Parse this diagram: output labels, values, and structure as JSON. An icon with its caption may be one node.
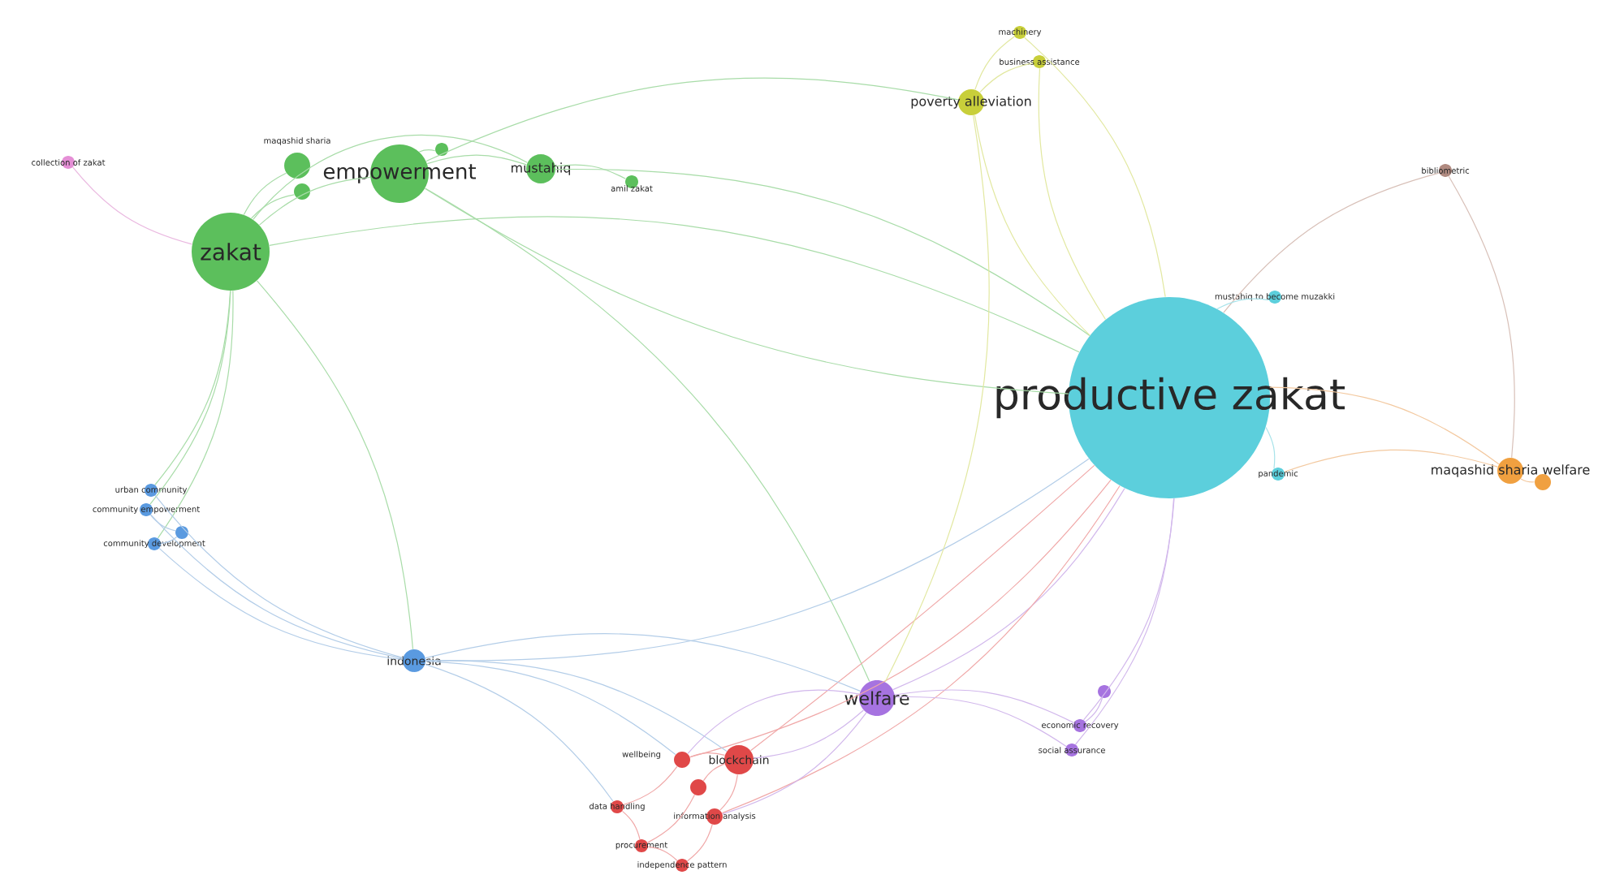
{
  "diagram": {
    "nodes": [
      {
        "text": [
          "productive zakat"
        ]
      },
      {
        "text": [
          "zakat"
        ]
      },
      {
        "text": [
          "empowerment"
        ]
      },
      {
        "text": [
          "maqashid sharia"
        ]
      },
      {
        "text": [
          "mustahiq"
        ]
      },
      {
        "text": [
          "amil zakat"
        ]
      },
      {
        "text": [
          "collection of zakat"
        ]
      },
      {
        "text": [
          "machinery"
        ]
      },
      {
        "text": [
          "business assistance"
        ]
      },
      {
        "text": [
          "poverty alleviation"
        ]
      },
      {
        "text": [
          "bibliometric"
        ]
      },
      {
        "text": [
          "mustahiq to become muzakki"
        ]
      },
      {
        "text": [
          "pandemic"
        ]
      },
      {
        "text": [
          "maqashid sharia welfare"
        ]
      },
      {
        "text": [
          "urban community"
        ]
      },
      {
        "text": [
          "community empowerment"
        ]
      },
      {
        "text": [
          "community development"
        ]
      },
      {
        "text": [
          "indonesia"
        ]
      },
      {
        "text": [
          "welfare"
        ]
      },
      {
        "text": [
          "economic recovery"
        ]
      },
      {
        "text": [
          "social assurance"
        ]
      },
      {
        "text": [
          "wellbeing"
        ]
      },
      {
        "text": [
          "blockchain"
        ]
      },
      {
        "text": [
          "data handling"
        ]
      },
      {
        "text": [
          "information analysis"
        ]
      },
      {
        "text": [
          "procurement"
        ]
      },
      {
        "text": [
          "independence pattern"
        ]
      },
      {
        "text": [],
        "shape": "circle"
      },
      {
        "text": [],
        "shape": "circle"
      },
      {
        "text": [],
        "shape": "circle"
      },
      {
        "text": [],
        "shape": "circle"
      },
      {
        "text": [],
        "shape": "circle"
      },
      {
        "text": [],
        "shape": "circle"
      }
    ],
    "edges": [
      {
        "from": 1,
        "to": 2,
        "arrow": "none",
        "color": "#a8dca8"
      },
      {
        "from": 1,
        "to": 3,
        "arrow": "none",
        "color": "#a8dca8"
      },
      {
        "from": 1,
        "to": 4,
        "arrow": "none",
        "color": "#a8dca8"
      },
      {
        "from": 1,
        "to": 6,
        "arrow": "none",
        "color": "#eab8e0"
      },
      {
        "from": 1,
        "to": 14,
        "arrow": "none",
        "color": "#a8dca8"
      },
      {
        "from": 1,
        "to": 15,
        "arrow": "none",
        "color": "#a8dca8"
      },
      {
        "from": 1,
        "to": 16,
        "arrow": "none",
        "color": "#a8dca8"
      },
      {
        "from": 1,
        "to": 17,
        "arrow": "none",
        "color": "#a8dca8"
      },
      {
        "from": 1,
        "to": 0,
        "arrow": "none",
        "color": "#a8dca8"
      },
      {
        "from": 1,
        "to": 27,
        "arrow": "none",
        "color": "#a8dca8"
      },
      {
        "from": 2,
        "to": 4,
        "arrow": "none",
        "color": "#a8dca8"
      },
      {
        "from": 2,
        "to": 0,
        "arrow": "none",
        "color": "#a8dca8"
      },
      {
        "from": 2,
        "to": 9,
        "arrow": "none",
        "color": "#a8dca8"
      },
      {
        "from": 2,
        "to": 28,
        "arrow": "none",
        "color": "#a8dca8"
      },
      {
        "from": 2,
        "to": 18,
        "arrow": "none",
        "color": "#a8dca8"
      },
      {
        "from": 4,
        "to": 5,
        "arrow": "none",
        "color": "#a8dca8"
      },
      {
        "from": 4,
        "to": 0,
        "arrow": "none",
        "color": "#a8dca8"
      },
      {
        "from": 0,
        "to": 9,
        "arrow": "none",
        "color": "#e2e8a0"
      },
      {
        "from": 0,
        "to": 7,
        "arrow": "none",
        "color": "#e2e8a0"
      },
      {
        "from": 0,
        "to": 8,
        "arrow": "none",
        "color": "#e2e8a0"
      },
      {
        "from": 0,
        "to": 10,
        "arrow": "none",
        "color": "#d8c0b8"
      },
      {
        "from": 0,
        "to": 11,
        "arrow": "none",
        "color": "#a8e3ea"
      },
      {
        "from": 0,
        "to": 12,
        "arrow": "none",
        "color": "#a8e3ea"
      },
      {
        "from": 0,
        "to": 13,
        "arrow": "none",
        "color": "#f3c9a0"
      },
      {
        "from": 10,
        "to": 13,
        "arrow": "none",
        "color": "#d8c0b8"
      },
      {
        "from": 12,
        "to": 13,
        "arrow": "none",
        "color": "#f3c9a0"
      },
      {
        "from": 0,
        "to": 18,
        "arrow": "none",
        "color": "#d2b8ec"
      },
      {
        "from": 0,
        "to": 22,
        "arrow": "none",
        "color": "#f0a8a8"
      },
      {
        "from": 0,
        "to": 21,
        "arrow": "none",
        "color": "#f0a8a8"
      },
      {
        "from": 0,
        "to": 24,
        "arrow": "none",
        "color": "#f0a8a8"
      },
      {
        "from": 0,
        "to": 19,
        "arrow": "none",
        "color": "#d2b8ec"
      },
      {
        "from": 0,
        "to": 20,
        "arrow": "none",
        "color": "#d2b8ec"
      },
      {
        "from": 0,
        "to": 17,
        "arrow": "none",
        "color": "#b3cde8"
      },
      {
        "from": 9,
        "to": 18,
        "arrow": "none",
        "color": "#e2e8a0"
      },
      {
        "from": 9,
        "to": 7,
        "arrow": "none",
        "color": "#e2e8a0"
      },
      {
        "from": 9,
        "to": 8,
        "arrow": "none",
        "color": "#e2e8a0"
      },
      {
        "from": 17,
        "to": 14,
        "arrow": "none",
        "color": "#b3cde8"
      },
      {
        "from": 17,
        "to": 15,
        "arrow": "none",
        "color": "#b3cde8"
      },
      {
        "from": 17,
        "to": 16,
        "arrow": "none",
        "color": "#b3cde8"
      },
      {
        "from": 17,
        "to": 22,
        "arrow": "none",
        "color": "#b3cde8"
      },
      {
        "from": 17,
        "to": 21,
        "arrow": "none",
        "color": "#b3cde8"
      },
      {
        "from": 17,
        "to": 23,
        "arrow": "none",
        "color": "#b3cde8"
      },
      {
        "from": 17,
        "to": 18,
        "arrow": "none",
        "color": "#b3cde8"
      },
      {
        "from": 18,
        "to": 22,
        "arrow": "none",
        "color": "#d2b8ec"
      },
      {
        "from": 18,
        "to": 21,
        "arrow": "none",
        "color": "#d2b8ec"
      },
      {
        "from": 18,
        "to": 19,
        "arrow": "none",
        "color": "#d2b8ec"
      },
      {
        "from": 18,
        "to": 20,
        "arrow": "none",
        "color": "#d2b8ec"
      },
      {
        "from": 18,
        "to": 24,
        "arrow": "none",
        "color": "#d2b8ec"
      },
      {
        "from": 21,
        "to": 22,
        "arrow": "none",
        "color": "#f0a8a8"
      },
      {
        "from": 21,
        "to": 23,
        "arrow": "none",
        "color": "#f0a8a8"
      },
      {
        "from": 22,
        "to": 24,
        "arrow": "none",
        "color": "#f0a8a8"
      },
      {
        "from": 23,
        "to": 25,
        "arrow": "none",
        "color": "#f0a8a8"
      },
      {
        "from": 25,
        "to": 26,
        "arrow": "none",
        "color": "#f0a8a8"
      },
      {
        "from": 24,
        "to": 26,
        "arrow": "none",
        "color": "#f0a8a8"
      },
      {
        "from": 30,
        "to": 22,
        "arrow": "none",
        "color": "#f0a8a8"
      },
      {
        "from": 30,
        "to": 25,
        "arrow": "none",
        "color": "#f0a8a8"
      },
      {
        "from": 31,
        "to": 13,
        "arrow": "none",
        "color": "#f3c9a0"
      },
      {
        "from": 32,
        "to": 19,
        "arrow": "none",
        "color": "#d2b8ec"
      },
      {
        "from": 29,
        "to": 16,
        "arrow": "none",
        "color": "#b3cde8"
      },
      {
        "from": 29,
        "to": 15,
        "arrow": "none",
        "color": "#b3cde8"
      }
    ]
  }
}
